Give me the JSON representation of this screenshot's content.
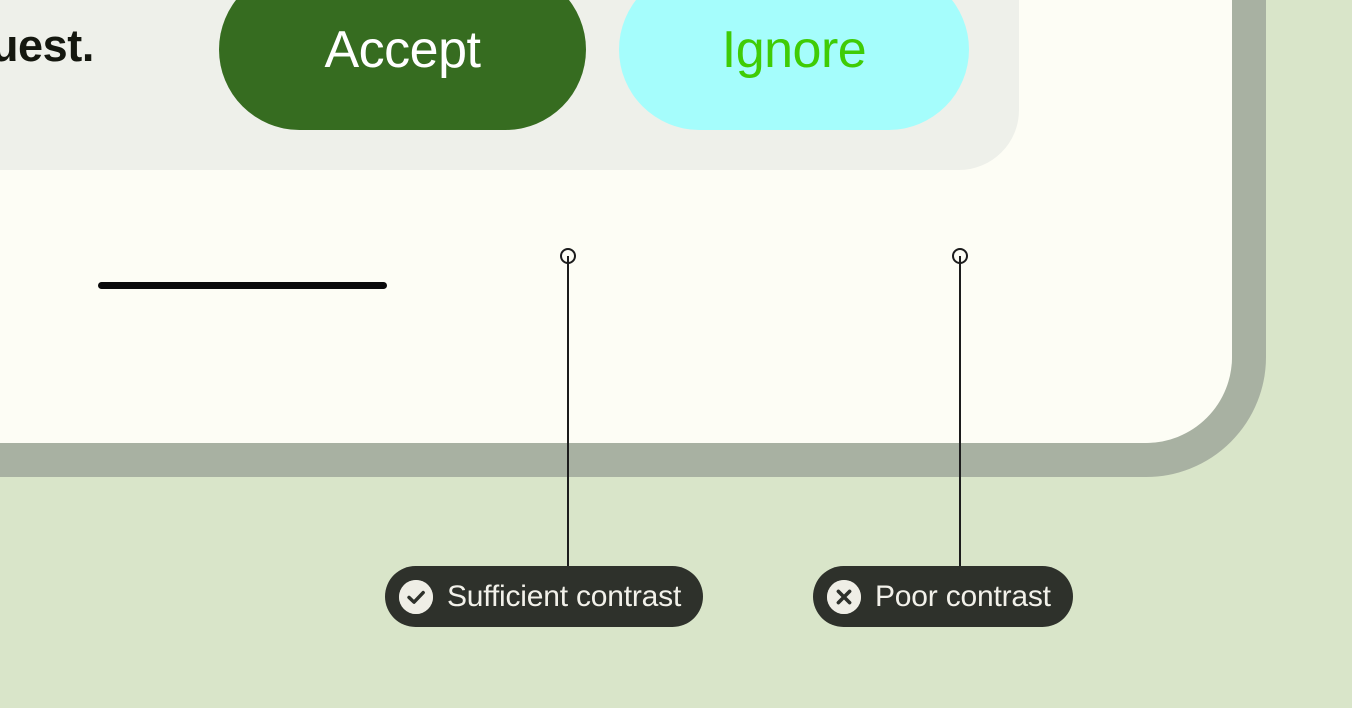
{
  "page": {
    "background_color": "#d9e5c9"
  },
  "device": {
    "surface_color": "#fdfdf5",
    "border_color": "#a8b1a2"
  },
  "cards": {
    "background_color": "#eef0ea",
    "top": {
      "name": "request-card-upper"
    },
    "bottom": {
      "name": "request-card-lower"
    }
  },
  "row": {
    "text": "a request.",
    "text_color": "#14170f"
  },
  "buttons": [
    {
      "id": "accept",
      "label": "Accept",
      "background_color": "#366c20",
      "text_color": "#ffffff",
      "contrast_verdict": "sufficient"
    },
    {
      "id": "ignore",
      "label": "Ignore",
      "background_color": "#a5fdfc",
      "text_color": "#3fcc05",
      "contrast_verdict": "poor"
    }
  ],
  "callouts": [
    {
      "id": "sufficient",
      "label": "Sufficient contrast",
      "icon": "check-circle-icon",
      "pill_color": "#2e312b",
      "label_color": "#f2f1ea",
      "icon_background": "#efeee6",
      "icon_color": "#2e312b"
    },
    {
      "id": "poor",
      "label": "Poor contrast",
      "icon": "x-circle-icon",
      "pill_color": "#2e312b",
      "label_color": "#f2f1ea",
      "icon_background": "#efeee6",
      "icon_color": "#2e312b"
    }
  ],
  "decorations": {
    "rule_bar_color": "#0a0a0a",
    "leader_color": "#1c1c1c"
  }
}
